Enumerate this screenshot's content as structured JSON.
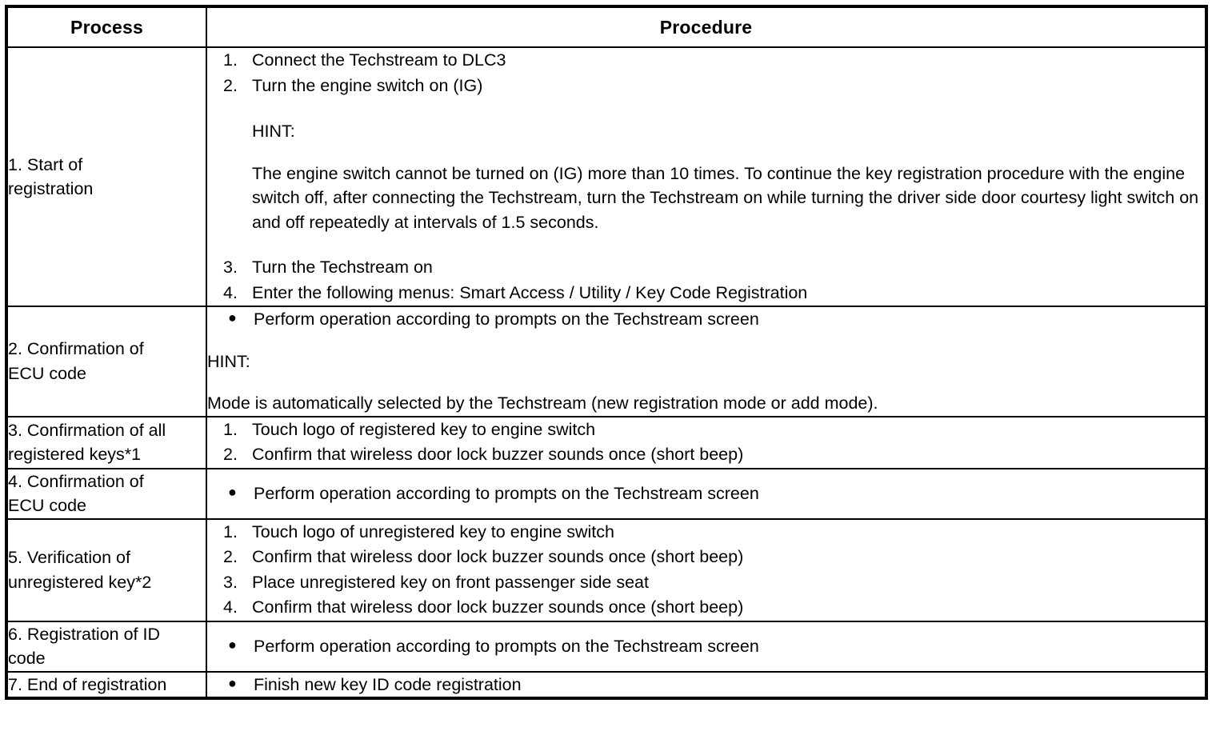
{
  "table": {
    "headers": {
      "process": "Process",
      "procedure": "Procedure"
    },
    "rows": [
      {
        "process": [
          "1. Start of",
          "registration"
        ],
        "steps_before_hint": [
          {
            "num": "1.",
            "text": "Connect the Techstream to DLC3"
          },
          {
            "num": "2.",
            "text": "Turn the engine switch on (IG)"
          }
        ],
        "hint_label": "HINT:",
        "hint_body": "The engine switch cannot be turned on (IG) more than 10 times. To continue the key registration procedure with the engine switch off, after connecting the Techstream, turn the Techstream on while turning the driver side door courtesy light switch on and off repeatedly at intervals of 1.5 seconds.",
        "steps_after_hint": [
          {
            "num": "3.",
            "text": "Turn the Techstream on"
          },
          {
            "num": "4.",
            "text": "Enter the following menus: Smart Access / Utility / Key Code Registration"
          }
        ]
      },
      {
        "process": [
          "2. Confirmation of",
          "ECU code"
        ],
        "bullets": [
          {
            "mark": "●",
            "text": "Perform operation according to prompts on the Techstream screen"
          }
        ],
        "hint_label": "HINT:",
        "hint_body": "Mode is automatically selected by the Techstream (new registration mode or add mode)."
      },
      {
        "process": [
          "3. Confirmation of all",
          "registered keys*1"
        ],
        "steps": [
          {
            "num": "1.",
            "text": "Touch logo of registered key to engine switch"
          },
          {
            "num": "2.",
            "text": "Confirm that wireless door lock buzzer sounds once (short beep)"
          }
        ]
      },
      {
        "process": [
          "4. Confirmation of",
          "ECU code"
        ],
        "bullets": [
          {
            "mark": "●",
            "text": "Perform operation according to prompts on the Techstream screen"
          }
        ]
      },
      {
        "process": [
          "5. Verification of",
          "unregistered key*2"
        ],
        "steps": [
          {
            "num": "1.",
            "text": "Touch logo of unregistered key to engine switch"
          },
          {
            "num": "2.",
            "text": "Confirm that wireless door lock buzzer sounds once (short beep)"
          },
          {
            "num": "3.",
            "text": "Place unregistered key on front passenger side seat"
          },
          {
            "num": "4.",
            "text": "Confirm that wireless door lock buzzer sounds once (short beep)"
          }
        ]
      },
      {
        "process": [
          "6. Registration of ID",
          "code"
        ],
        "bullets": [
          {
            "mark": "●",
            "text": "Perform operation according to prompts on the Techstream screen"
          }
        ]
      },
      {
        "process": [
          "7. End of registration"
        ],
        "bullets": [
          {
            "mark": "●",
            "text": "Finish new key ID code registration"
          }
        ]
      }
    ]
  },
  "colors": {
    "border": "#000000",
    "text": "#000000",
    "background": "#ffffff"
  }
}
